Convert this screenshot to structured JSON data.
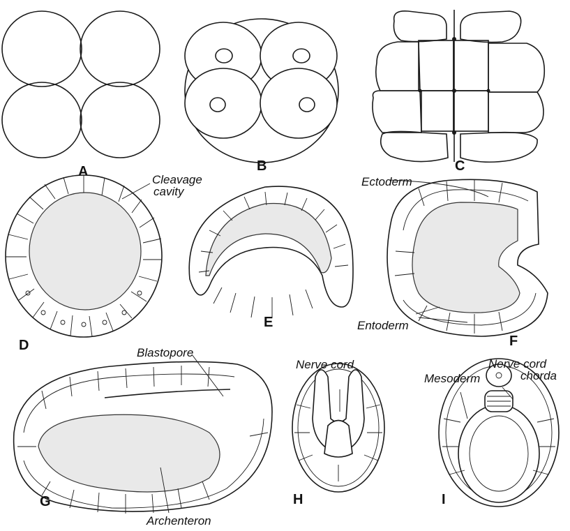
{
  "panels": {
    "a": "A",
    "b": "B",
    "c": "C",
    "d": "D",
    "e": "E",
    "f": "F",
    "g": "G",
    "h": "H",
    "i": "I"
  },
  "labels": {
    "cleavage_1": "Cleavage",
    "cleavage_2": "cavity",
    "ectoderm": "Ectoderm",
    "entoderm": "Entoderm",
    "blastopore": "Blastopore",
    "nerve_cord_h": "Nerve cord",
    "nerve_cord_i": "Nerve cord",
    "chorda": "chorda",
    "mesoderm": "Mesoderm",
    "archenteron": "Archenteron"
  }
}
